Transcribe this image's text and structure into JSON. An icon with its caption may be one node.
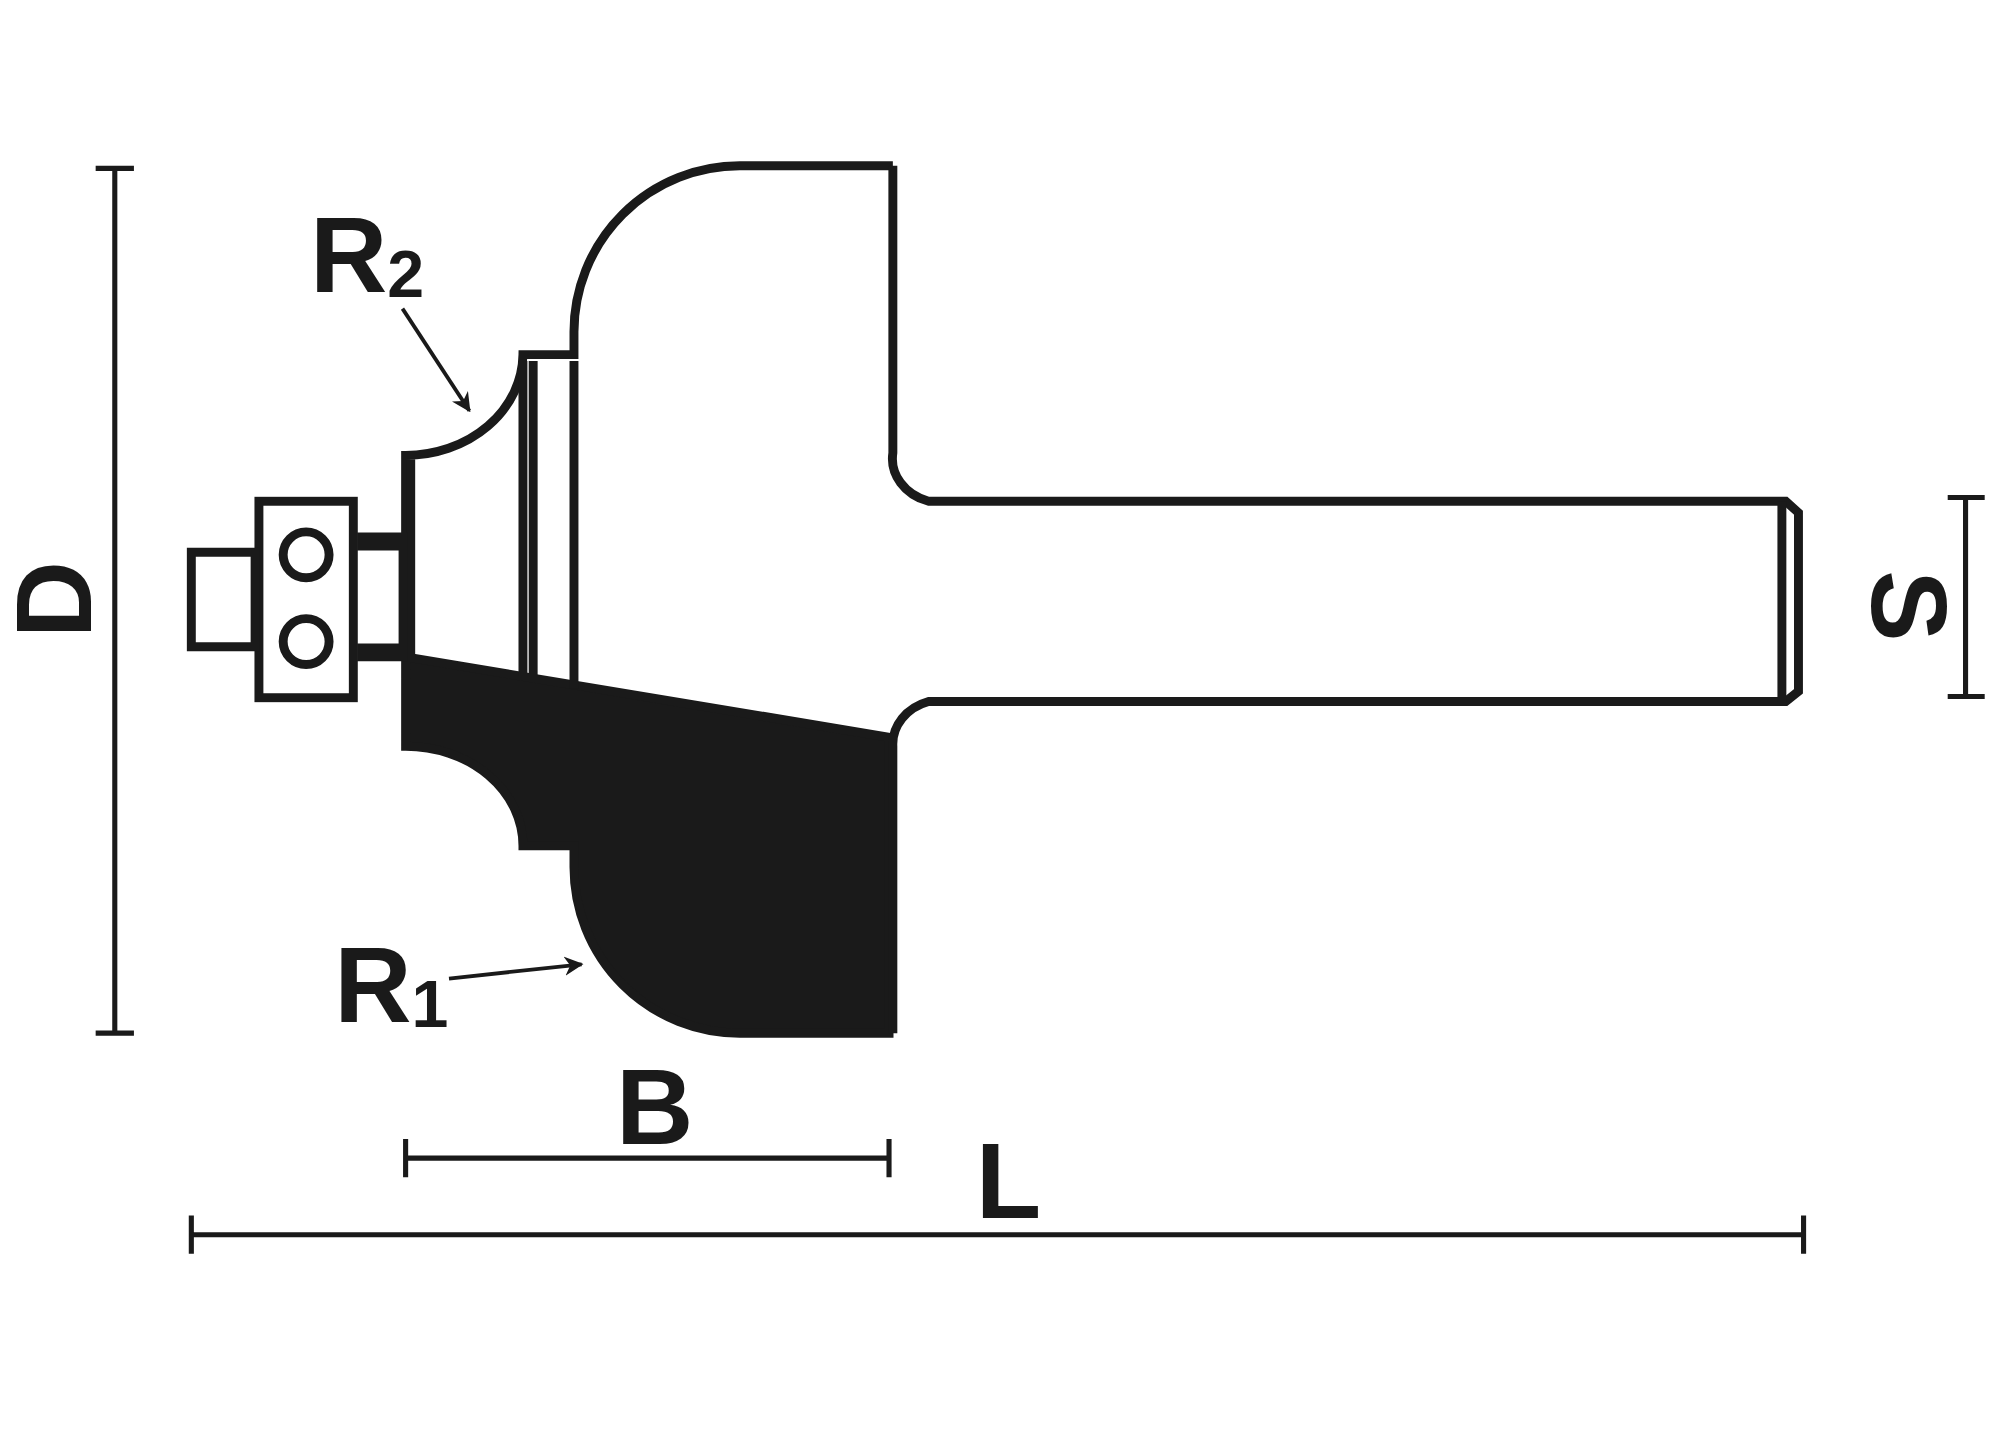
{
  "diagram": {
    "nodes": [
      {
        "text": [
          "R$_{2}$"
        ]
      },
      {
        "text": [
          "R$_{1}$"
        ]
      }
    ],
    "edges": [
      {
        "from": 0,
        "to": null,
        "arrow": "to"
      },
      {
        "from": 1,
        "to": null,
        "arrow": "to"
      }
    ],
    "labels": [
      "D",
      "S",
      "B",
      "L"
    ]
  }
}
